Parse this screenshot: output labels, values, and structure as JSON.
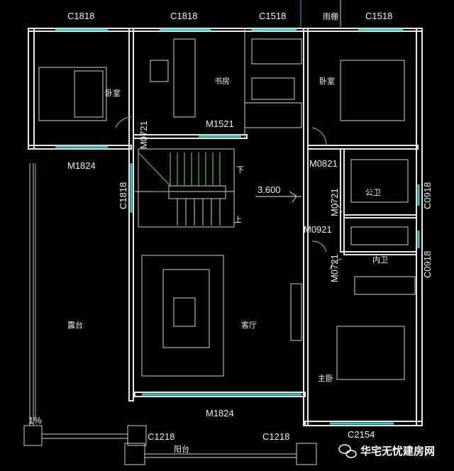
{
  "title": "二层平面图",
  "top_labels": {
    "w1": "C1818",
    "w2": "C1818",
    "w3": "C1518",
    "canopy": "雨棚",
    "w4": "C1518"
  },
  "rooms": {
    "bedroom_left": "卧室",
    "study": "书房",
    "bedroom_right": "卧室",
    "public_bath": "公卫",
    "ensuite_bath": "内卫",
    "master": "主卧",
    "living": "客厅",
    "terrace": "露台",
    "balcony": "阳台"
  },
  "doors": {
    "m0721_a": "M0721",
    "m1521": "M1521",
    "m1824_top": "M1824",
    "m0821": "M0821",
    "m0721_b": "M0721",
    "m0921": "M0921",
    "m0721_c": "M0721",
    "m1824_bottom": "M1824"
  },
  "windows": {
    "c1818_side": "C1818",
    "c0918_a": "C0918",
    "c0918_b": "C0918",
    "c1218_a": "C1218",
    "c1218_b": "C1218",
    "c2154": "C2154"
  },
  "stairs": {
    "down": "下",
    "up": "上"
  },
  "elevation": "3.600",
  "slope": "1%",
  "watermark": "华宅无忧建房网"
}
